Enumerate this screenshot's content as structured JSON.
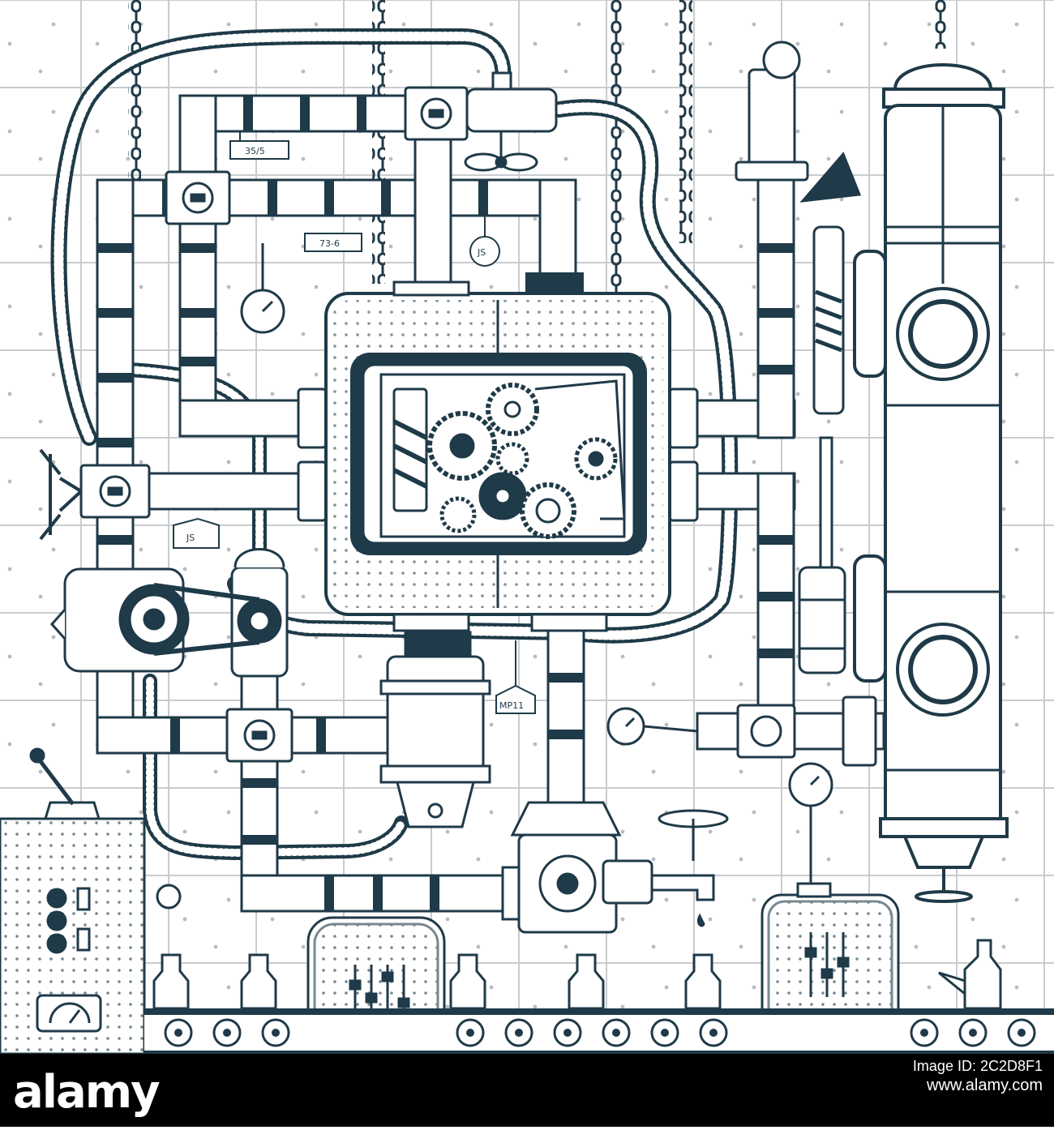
{
  "colors": {
    "ink": "#1f3a48",
    "paper": "#ffffff",
    "wall_line": "#c9ccce",
    "wall_dot": "#b9bcbe",
    "footer_bg": "#000000",
    "footer_text": "#ffffff"
  },
  "tags": {
    "tag_35_5": "35/5",
    "tag_73_6": "73-6",
    "tag_js_upper": "JS",
    "tag_js_left": "JS",
    "tag_mp11": "MP11"
  },
  "footer": {
    "logo_text": "alamy",
    "image_id_line": "Image ID: 2C2D8F1",
    "site_line": "www.alamy.com"
  }
}
